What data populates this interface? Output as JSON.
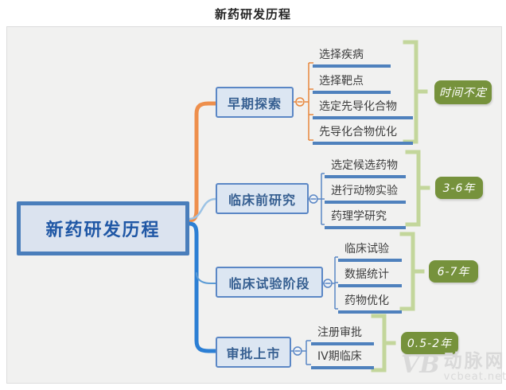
{
  "page_title": "新药研发历程",
  "root": {
    "label": "新药研发历程"
  },
  "branches": [
    {
      "label": "早期探索",
      "children": [
        "选择疾病",
        "选择靶点",
        "选定先导化合物",
        "先导化合物优化"
      ],
      "duration": "时间不定",
      "branch_color": "#e8883e"
    },
    {
      "label": "临床前研究",
      "children": [
        "选定候选药物",
        "进行动物实验",
        "药理学研究"
      ],
      "duration": "3-6年",
      "branch_color": "#9cc3e5"
    },
    {
      "label": "临床试验阶段",
      "children": [
        "临床试验",
        "数据统计",
        "药物优化"
      ],
      "duration": "6-7年",
      "branch_color": "#2c7fd4"
    },
    {
      "label": "审批上市",
      "children": [
        "注册审批",
        "IV期临床"
      ],
      "duration": "0.5-2年",
      "branch_color": "#2c7fd4"
    }
  ],
  "collapse_glyph": "−",
  "colors": {
    "orange_branch": "#e8883e",
    "blue_branch": "#2c7fd4",
    "light_blue_branch": "#9cc3e5",
    "node_border": "#5b87c5",
    "node_fill": "#dce6f2",
    "root_border": "#4a7ebb",
    "root_text": "#1f57a5",
    "subitem_underline": "#4f81bd",
    "bracket_green": "#c3d69b",
    "duration_badge": "#76923c",
    "canvas_bg": "#f1f1f0"
  },
  "watermark": {
    "logo": "VB",
    "name": "动脉网",
    "url": "vcbeat.net"
  }
}
